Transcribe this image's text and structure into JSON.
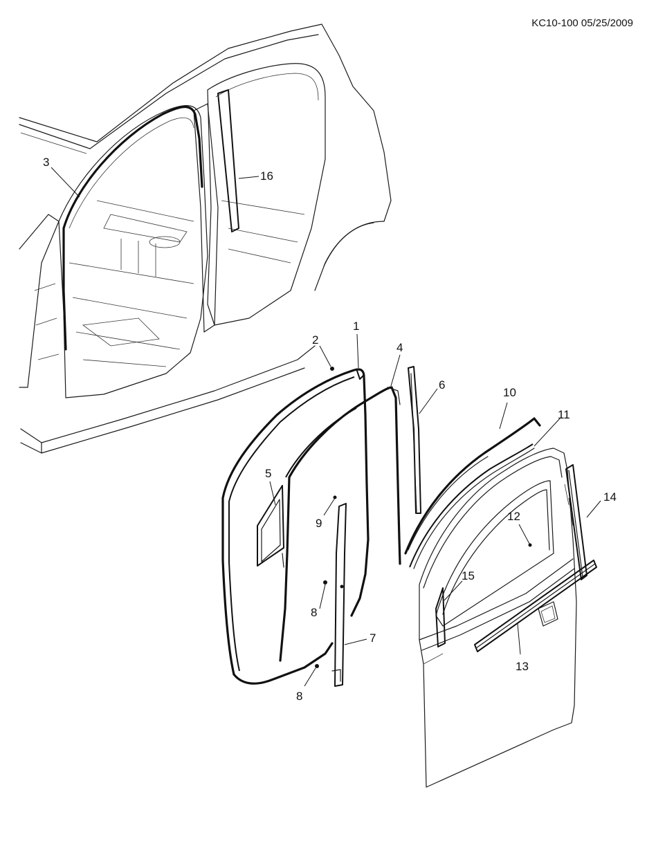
{
  "header": {
    "ref_code": "KC10-100 05/25/2009"
  },
  "callouts": {
    "c1": "1",
    "c2": "2",
    "c3": "3",
    "c4": "4",
    "c5": "5",
    "c6": "6",
    "c7": "7",
    "c8a": "8",
    "c8b": "8",
    "c9": "9",
    "c10": "10",
    "c11": "11",
    "c12": "12",
    "c13": "13",
    "c14": "14",
    "c15": "15",
    "c16": "16"
  }
}
